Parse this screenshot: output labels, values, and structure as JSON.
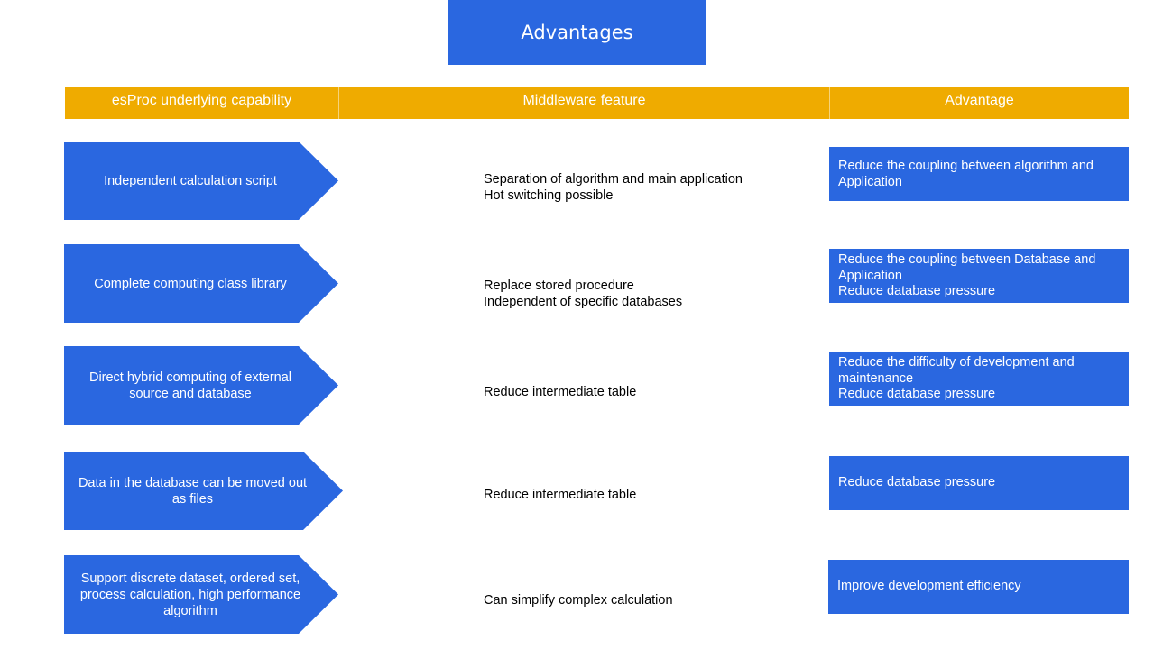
{
  "title": "Advantages",
  "colors": {
    "primary_blue": "#2a67e0",
    "header_orange": "#efab00",
    "text_white": "#ffffff",
    "text_black": "#000000"
  },
  "header": {
    "columns": [
      "esProc underlying  capability",
      "Middleware feature",
      "Advantage"
    ]
  },
  "rows": [
    {
      "capability": "Independent  calculation script",
      "feature": "Separation of algorithm and main application\nHot switching possible",
      "advantage": "Reduce the coupling between algorithm and\nApplication"
    },
    {
      "capability": "Complete computing class library",
      "feature": "Replace stored procedure\nIndependent  of specific databases",
      "advantage": "Reduce the coupling between Database and\nApplication\nReduce database pressure"
    },
    {
      "capability": "Direct hybrid  computing of external source and database",
      "feature": "Reduce intermediate table",
      "advantage": "Reduce the difficulty of development and\nmaintenance\nReduce database pressure"
    },
    {
      "capability": "Data in the database can be moved out as files",
      "feature": "Reduce intermediate table",
      "advantage": "Reduce database pressure"
    },
    {
      "capability": "Support discrete dataset, ordered set, process calculation, high performance algorithm",
      "feature": "Can simplify complex calculation",
      "advantage": "Improve development efficiency"
    }
  ]
}
